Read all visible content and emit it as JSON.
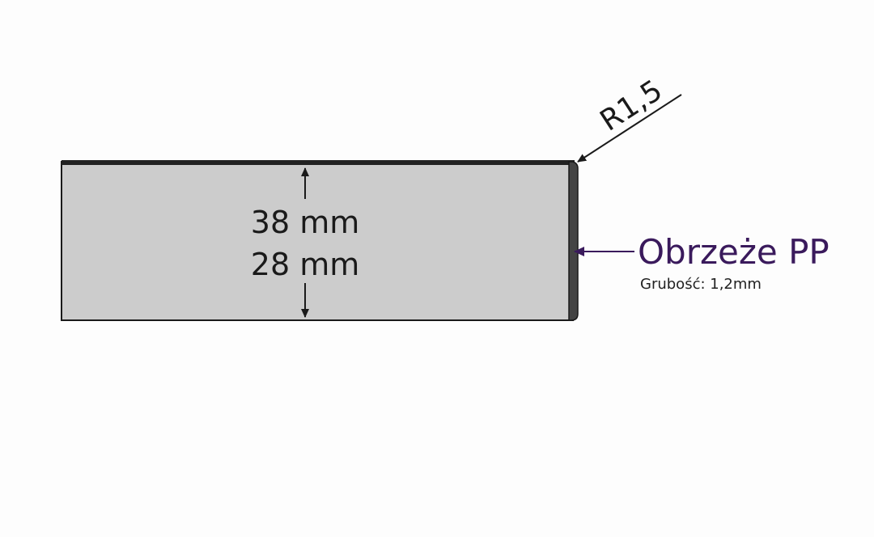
{
  "dimensions": {
    "thickness_a": "38 mm",
    "thickness_b": "28 mm"
  },
  "radius": {
    "label": "R1,5"
  },
  "edge_band": {
    "title": "Obrzeże PP",
    "subtitle": "Grubość: 1,2mm"
  },
  "colors": {
    "board_fill": "#cccccc",
    "board_stroke": "#1a1a1a",
    "edge_band": "#444444",
    "leader_accent": "#3a1a5c"
  }
}
